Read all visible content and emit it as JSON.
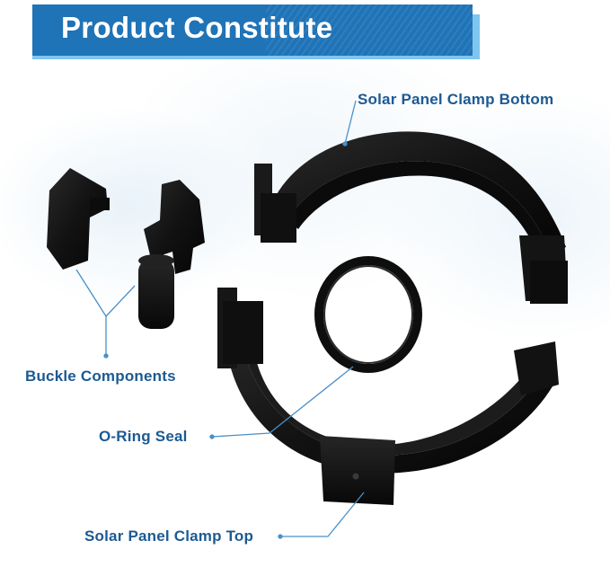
{
  "banner": {
    "title": "Product Constitute",
    "color": "#1f73b7",
    "shadow_color": "#7fc6ef"
  },
  "labels": {
    "clamp_bottom": "Solar Panel Clamp Bottom",
    "buckle_components": "Buckle Components",
    "o_ring_seal": "O-Ring Seal",
    "clamp_top": "Solar Panel Clamp Top"
  },
  "colors": {
    "label_text": "#1c5a93",
    "leader_line": "#4a90c8",
    "part_fill": "#141414"
  }
}
